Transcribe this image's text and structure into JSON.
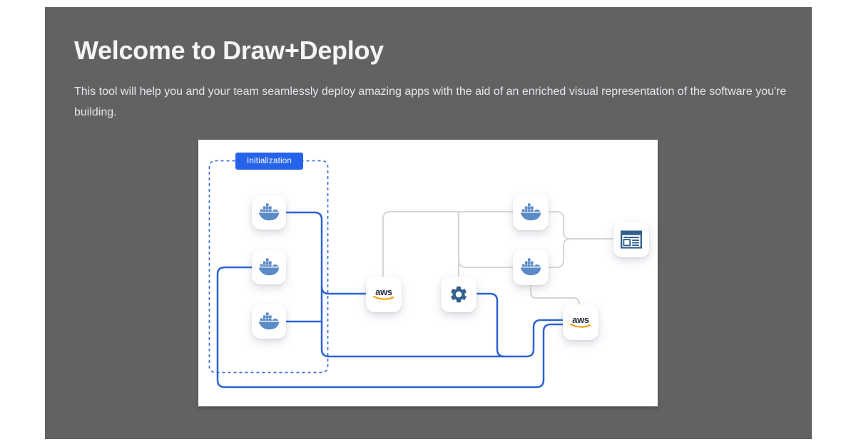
{
  "window": {
    "outer_background": "#ffffff",
    "surface_background": "#626265"
  },
  "hero": {
    "title": "Welcome to Draw+Deploy",
    "description": "This tool will help you and your team seamlessly deploy amazing apps with the aid of an enriched visual representation of the software you're building."
  },
  "diagram": {
    "group_label": "Initialization",
    "aws_label": "aws",
    "nodes": [
      {
        "id": "docker-node-1",
        "icon": "docker-icon",
        "group": "Initialization"
      },
      {
        "id": "docker-node-2",
        "icon": "docker-icon",
        "group": "Initialization"
      },
      {
        "id": "docker-node-3",
        "icon": "docker-icon",
        "group": "Initialization"
      },
      {
        "id": "aws-node-1",
        "icon": "aws-icon"
      },
      {
        "id": "gear-node",
        "icon": "gear-icon"
      },
      {
        "id": "docker-node-4",
        "icon": "docker-icon"
      },
      {
        "id": "docker-node-5",
        "icon": "docker-icon"
      },
      {
        "id": "aws-node-2",
        "icon": "aws-icon"
      },
      {
        "id": "browser-node",
        "icon": "browser-window-icon"
      }
    ],
    "colors": {
      "connector_blue": "#2e62d4",
      "connector_gray": "#d6d6d6",
      "group_border": "#4273dc",
      "group_label_bg": "#2563eb",
      "docker_icon": "#5b8ac7",
      "dark_icon": "#33608e",
      "aws_text": "#232f3e",
      "aws_swoosh": "#f79400"
    }
  }
}
